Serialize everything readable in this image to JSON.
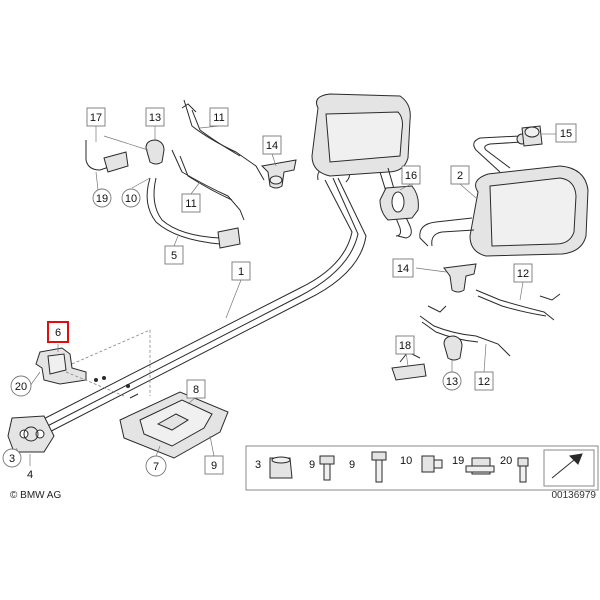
{
  "labels": {
    "c1": "1",
    "c2": "2",
    "c3": "3",
    "c4": "4",
    "c5": "5",
    "c6": "6",
    "c7": "7",
    "c8": "8",
    "c9": "9",
    "c10": "10",
    "c11a": "11",
    "c11b": "11",
    "c12a": "12",
    "c12b": "12",
    "c13a": "13",
    "c13b": "13",
    "c14a": "14",
    "c14b": "14",
    "c15": "15",
    "c16": "16",
    "c17": "17",
    "c18": "18",
    "c19": "19",
    "c20": "20"
  },
  "legend": [
    "3",
    "9",
    "9",
    "10",
    "19",
    "20"
  ],
  "footer": {
    "copyright": "© BMW AG",
    "diagram_id": "00136979"
  },
  "highlight_color": "#e10e0e"
}
